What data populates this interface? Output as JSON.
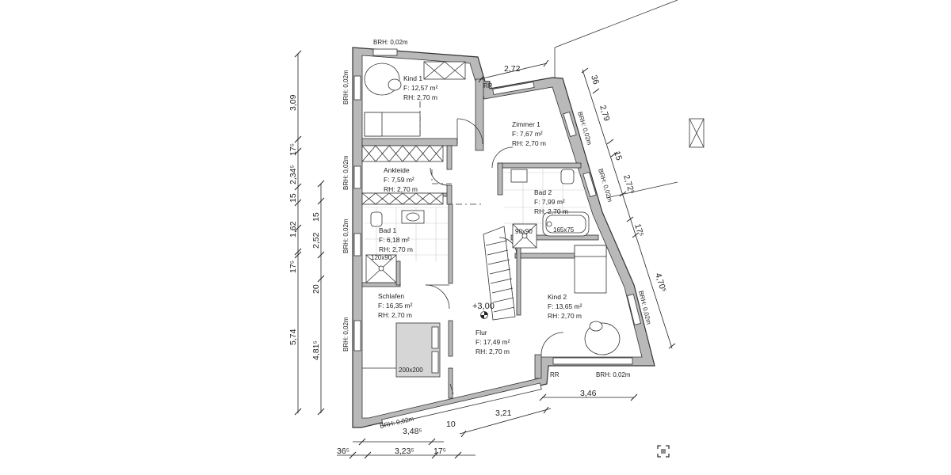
{
  "rooms": {
    "kind1": {
      "name": "Kind 1",
      "area": "F:  12,57 m²",
      "height": "RH: 2,70 m"
    },
    "zimmer1": {
      "name": "Zimmer 1",
      "area": "F:   7,67 m²",
      "height": "RH: 2,70 m"
    },
    "ankleide": {
      "name": "Ankleide",
      "area": "F:   7,59 m²",
      "height": "RH: 2,70 m"
    },
    "bad2": {
      "name": "Bad 2",
      "area": "F:   7,99 m²",
      "height": "RH: 2,70 m"
    },
    "bad1": {
      "name": "Bad 1",
      "area": "F:   6,18 m²",
      "height": "RH: 2,70 m"
    },
    "schlafen": {
      "name": "Schlafen",
      "area": "F:  16,35 m²",
      "height": "RH: 2,70 m"
    },
    "kind2": {
      "name": "Kind 2",
      "area": "F:  13,65 m²",
      "height": "RH: 2,70 m"
    },
    "flur": {
      "name": "Flur",
      "area": "F:  17,49 m²",
      "height": "RH: 2,70 m"
    }
  },
  "level": "+3,00",
  "rr": "RR",
  "brh": "BRH: 0,02m",
  "furniture": {
    "bed": "200x200",
    "shower_bad1": "120x90",
    "shower_bad2": "90x90",
    "bathtub": "165x75"
  },
  "dims": {
    "left_outer": [
      "3,09",
      "17⁵",
      "2,34⁵",
      "15",
      "1,62",
      "17⁵",
      "5,74"
    ],
    "left_inner": [
      "15",
      "2,52",
      "20",
      "4,81⁵"
    ],
    "bottom": [
      "36⁵",
      "3,23⁵",
      "17⁵"
    ],
    "bottom2": [
      "3,48⁵",
      "10",
      "3,21"
    ],
    "top": "2,72",
    "right_diag": [
      "36",
      "2,79",
      "15",
      "2,72⁵",
      "17⁵",
      "4,70⁵"
    ],
    "right_bottom": "3,46"
  }
}
